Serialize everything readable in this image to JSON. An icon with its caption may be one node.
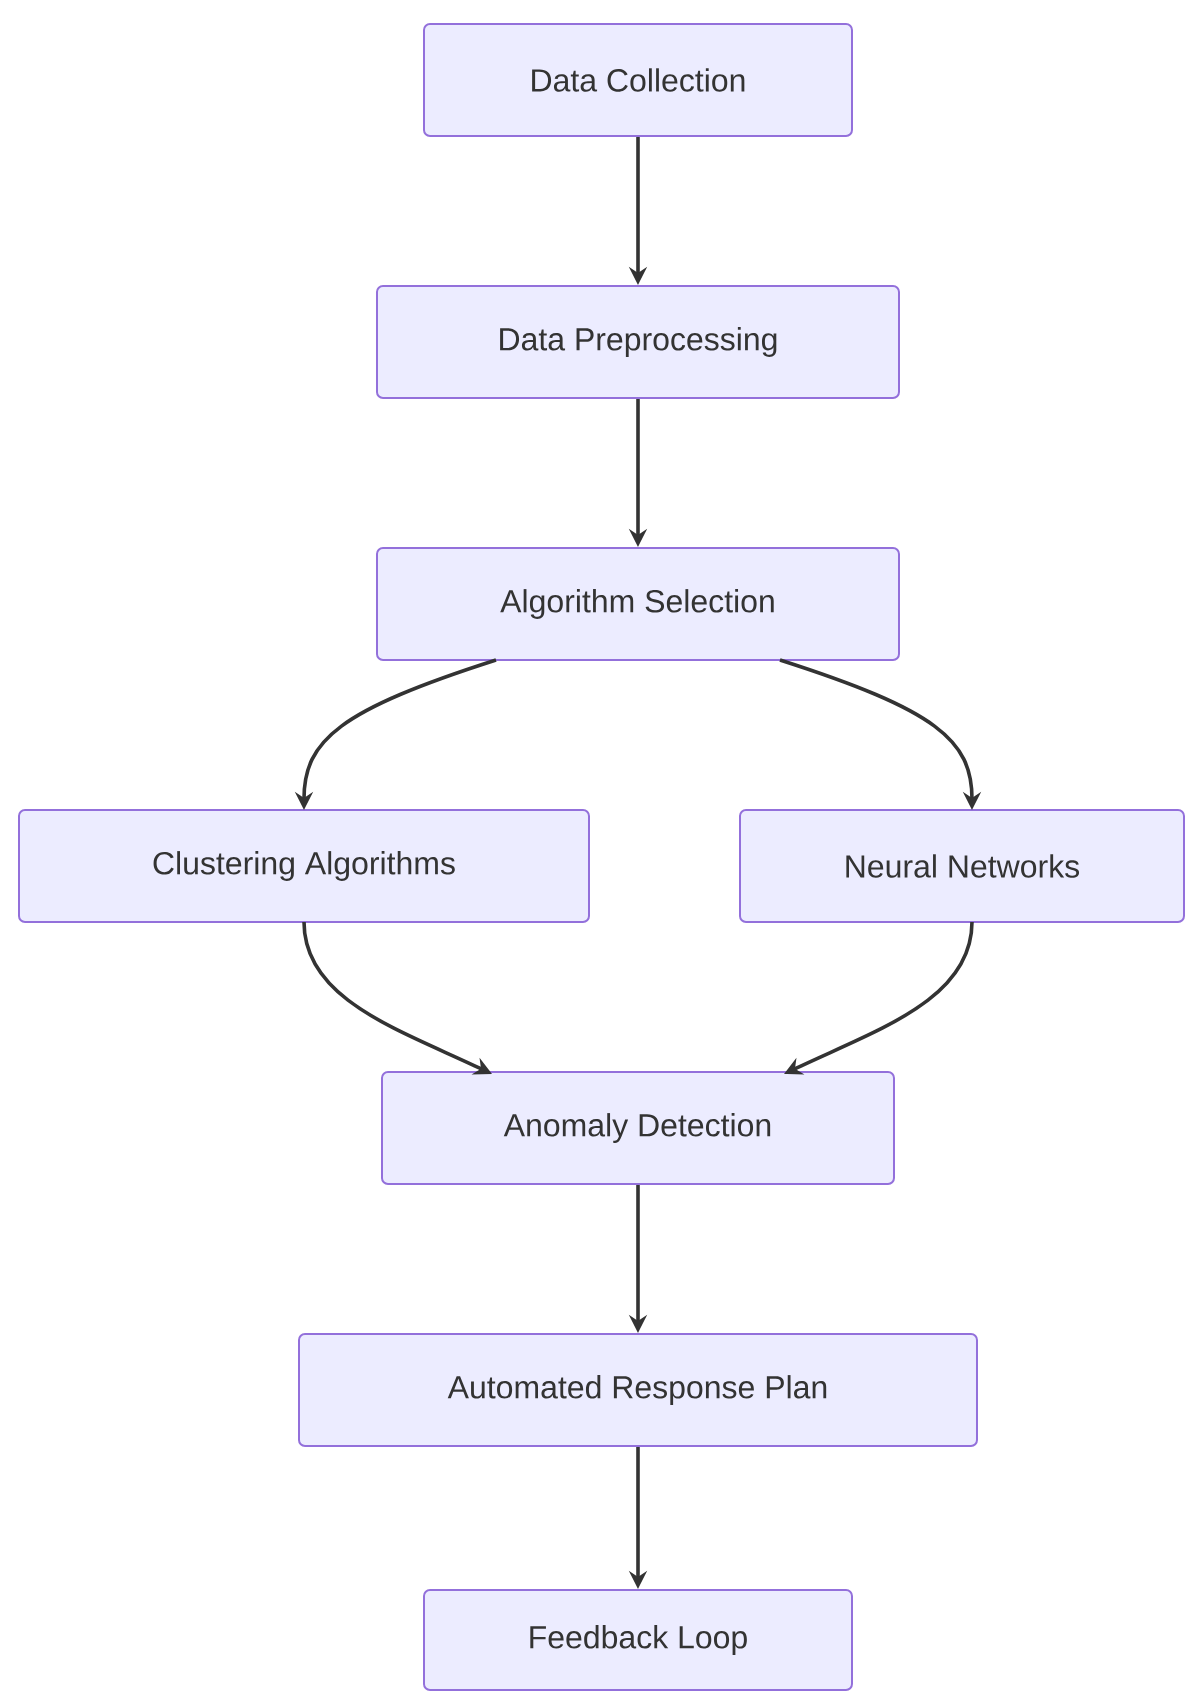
{
  "diagram": {
    "nodes": [
      {
        "text": [
          "Data Collection"
        ]
      },
      {
        "text": [
          "Data Preprocessing"
        ]
      },
      {
        "text": [
          "Algorithm Selection"
        ]
      },
      {
        "text": [
          "Clustering Algorithms"
        ]
      },
      {
        "text": [
          "Neural Networks"
        ]
      },
      {
        "text": [
          "Anomaly Detection"
        ]
      },
      {
        "text": [
          "Automated Response Plan"
        ]
      },
      {
        "text": [
          "Feedback Loop"
        ]
      }
    ],
    "edges": [
      {
        "from": 0,
        "to": 1,
        "arrow": "to"
      },
      {
        "from": 1,
        "to": 2,
        "arrow": "to"
      },
      {
        "from": 2,
        "to": 3,
        "arrow": "to"
      },
      {
        "from": 2,
        "to": 4,
        "arrow": "to"
      },
      {
        "from": 3,
        "to": 5,
        "arrow": "to"
      },
      {
        "from": 4,
        "to": 5,
        "arrow": "to"
      },
      {
        "from": 5,
        "to": 6,
        "arrow": "to"
      },
      {
        "from": 6,
        "to": 7,
        "arrow": "to"
      }
    ]
  }
}
